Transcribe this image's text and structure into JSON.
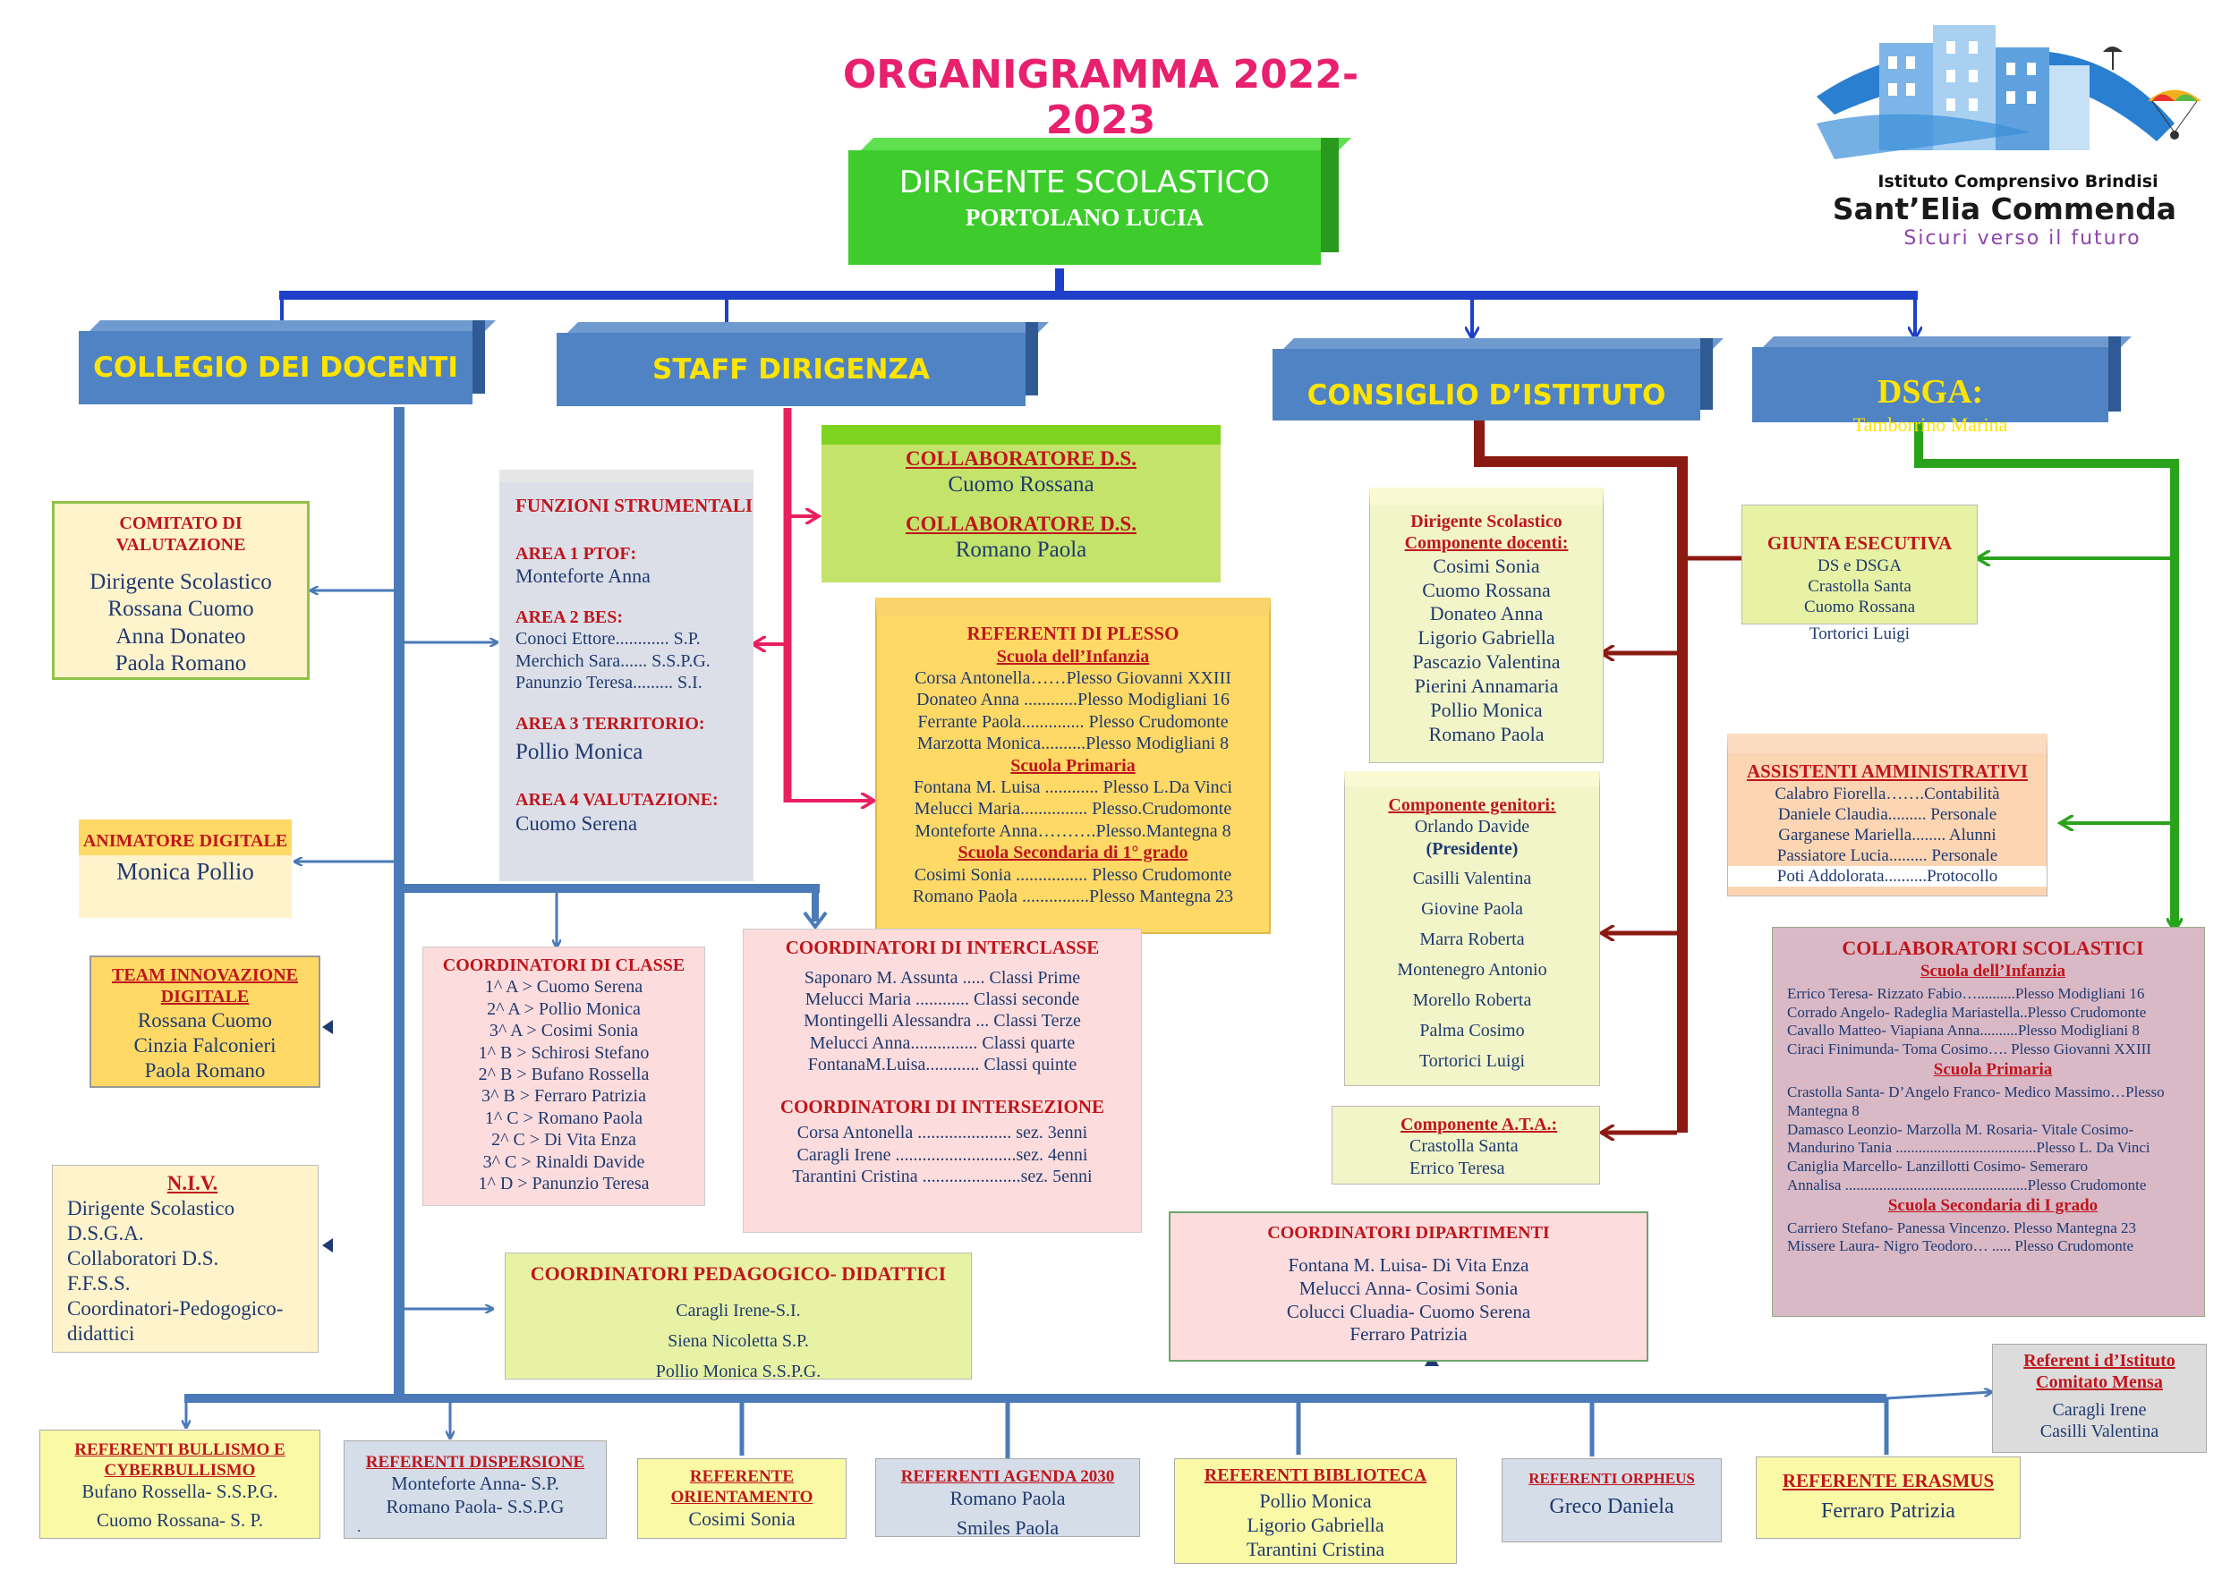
{
  "title": "ORGANIGRAMMA 2022- 2023",
  "logo": {
    "line1": "Istituto Comprensivo Brindisi",
    "line2": "Sant’Elia Commenda",
    "motto": "Sicuri verso il futuro"
  },
  "dirigente": {
    "title": "DIRIGENTE SCOLASTICO",
    "name": "PORTOLANO LUCIA"
  },
  "headers": {
    "collegio": "COLLEGIO DEI DOCENTI",
    "staff": "STAFF DIRIGENZA",
    "consiglio": "CONSIGLIO D’ISTITUTO",
    "dsga": "DSGA:",
    "dsga_name": "Tamborrino Marina"
  },
  "comitato": {
    "title": "COMITATO DI VALUTAZIONE",
    "members": [
      "Dirigente Scolastico",
      "Rossana Cuomo",
      "Anna Donateo",
      "Paola Romano"
    ]
  },
  "animatore": {
    "title": "ANIMATORE DIGITALE",
    "name": "Monica Pollio"
  },
  "team_innovazione": {
    "title1": "TEAM INNOVAZIONE",
    "title2": "DIGITALE",
    "members": [
      "Rossana  Cuomo",
      "Cinzia Falconieri",
      "Paola Romano"
    ]
  },
  "niv": {
    "title": "N.I.V.",
    "members": [
      "Dirigente Scolastico",
      "D.S.G.A.",
      "Collaboratori D.S.",
      "F.F.S.S.",
      "Coordinatori-Pedogogico-",
      "didattici"
    ]
  },
  "funzioni": {
    "title": "FUNZIONI STRUMENTALI",
    "a1_title": "AREA 1 PTOF:",
    "a1_name": "Monteforte Anna",
    "a2_title": "AREA 2 BES:",
    "a2_lines": [
      "Conoci Ettore............ S.P.",
      "Merchich Sara...... S.S.P.G.",
      "Panunzio Teresa......... S.I."
    ],
    "a3_title": "AREA 3 TERRITORIO:",
    "a3_name": "Pollio Monica",
    "a4_title": "AREA 4 VALUTAZIONE:",
    "a4_name": "Cuomo Serena"
  },
  "collaboratori_ds": {
    "t1": "COLLABORATORE D.S.",
    "n1": "Cuomo Rossana",
    "t2": "COLLABORATORE D.S.",
    "n2": "Romano Paola"
  },
  "referenti_plesso": {
    "title": "REFERENTI DI PLESSO",
    "s1": "Scuola dell’Infanzia",
    "s1_lines": [
      "Corsa Antonella……Plesso Giovanni XXIII",
      "Donateo Anna ............Plesso Modigliani 16",
      "Ferrante Paola.............. Plesso Crudomonte",
      "Marzotta Monica..........Plesso Modigliani 8"
    ],
    "s2": "Scuola Primaria",
    "s2_lines": [
      "Fontana M. Luisa ............ Plesso L.Da Vinci",
      "Melucci Maria............... Plesso.Crudomonte",
      "Monteforte Anna……….Plesso.Mantegna 8"
    ],
    "s3": "Scuola Secondaria di 1° grado",
    "s3_lines": [
      "Cosimi Sonia ................ Plesso Crudomonte",
      "Romano Paola ...............Plesso Mantegna 23"
    ]
  },
  "coord_classe": {
    "title": "COORDINATORI DI CLASSE",
    "lines": [
      "1^ A > Cuomo Serena",
      "2^ A > Pollio Monica",
      "3^  A > Cosimi Sonia",
      "1^ B > Schirosi Stefano",
      "2^ B > Bufano Rossella",
      "3^ B > Ferraro Patrizia",
      "1^ C > Romano Paola",
      "2^ C > Di Vita Enza",
      "3^ C > Rinaldi Davide",
      "1^ D > Panunzio Teresa"
    ]
  },
  "coord_interclasse": {
    "title": "COORDINATORI DI INTERCLASSE",
    "lines": [
      "Saponaro M. Assunta ..... Classi Prime",
      "Melucci Maria ............ Classi seconde",
      "Montingelli Alessandra ... Classi Terze",
      "Melucci Anna............... Classi quarte",
      "FontanaM.Luisa............ Classi quinte"
    ],
    "title2": "COORDINATORI DI INTERSEZIONE",
    "lines2": [
      "Corsa Antonella ..................... sez. 3enni",
      "Caragli Irene ...........................sez. 4enni",
      "Tarantini Cristina ......................sez. 5enni"
    ]
  },
  "coord_pedagogico": {
    "title": "COORDINATORI PEDAGOGICO- DIDATTICI",
    "lines": [
      "Caragli Irene-S.I.",
      "Siena Nicoletta S.P.",
      "Pollio Monica S.S.P.G."
    ]
  },
  "consiglio_docenti": {
    "t1": "Dirigente Scolastico",
    "t2": "Componente docenti:",
    "lines": [
      "Cosimi Sonia",
      "Cuomo Rossana",
      "Donateo Anna",
      "Ligorio Gabriella",
      "Pascazio Valentina",
      "Pierini Annamaria",
      "Pollio Monica",
      "Romano Paola"
    ]
  },
  "consiglio_genitori": {
    "title": "Componente genitori:",
    "l1": "Orlando Davide",
    "l2": "(Presidente)",
    "lines": [
      "Casilli Valentina",
      "Giovine  Paola",
      "Marra Roberta",
      "Montenegro Antonio",
      "Morello Roberta",
      "Palma Cosimo",
      "Tortorici Luigi"
    ]
  },
  "consiglio_ata": {
    "title": "Componente  A.T.A.:",
    "lines": [
      "Crastolla Santa",
      "Errico Teresa"
    ]
  },
  "coord_dipartimenti": {
    "title": "COORDINATORI DIPARTIMENTI",
    "lines": [
      "Fontana M. Luisa- Di Vita Enza",
      "Melucci Anna- Cosimi Sonia",
      "Colucci Cluadia- Cuomo Serena",
      "Ferraro Patrizia"
    ]
  },
  "giunta": {
    "title": "GIUNTA ESECUTIVA",
    "lines": [
      "DS e DSGA",
      "Crastolla  Santa",
      "Cuomo Rossana",
      "Tortorici Luigi"
    ]
  },
  "assistenti": {
    "title": "ASSISTENTI AMMINISTRATIVI",
    "lines": [
      "Calabro Fiorella…….Contabilità",
      "Daniele Claudia......... Personale",
      "Garganese Mariella........ Alunni",
      "Passiatore Lucia......... Personale",
      "Poti Addolorata..........Protocollo"
    ]
  },
  "collaboratori_scol": {
    "title": "COLLABORATORI SCOLASTICI",
    "s1": "Scuola dell’Infanzia",
    "s1_lines": [
      "Errico Teresa- Rizzato Fabio…..........Plesso Modigliani 16",
      "Corrado Angelo- Radeglia Mariastella..Plesso Crudomonte",
      "Cavallo Matteo- Viapiana Anna..........Plesso Modigliani 8",
      "Ciraci Finimunda- Toma Cosimo…. Plesso Giovanni XXIII"
    ],
    "s2": "Scuola Primaria",
    "s2_lines": [
      "Crastolla Santa- D’Angelo Franco- Medico Massimo…Plesso",
      "Mantegna 8",
      "Damasco Leonzio- Marzolla M. Rosaria- Vitale Cosimo-",
      "Mandurino Tania .....................................Plesso L. Da Vinci",
      "Caniglia  Marcello-   Lanzillotti   Cosimo-    Semeraro",
      "Annalisa ................................................Plesso Crudomonte"
    ],
    "s3": "Scuola Secondaria di I grado",
    "s3_lines": [
      "Carriero Stefano- Panessa Vincenzo.  Plesso Mantegna 23",
      "Missere Laura- Nigro Teodoro… ..... Plesso Crudomonte"
    ]
  },
  "referenti_istituto": {
    "t1": "Referent i d’Istituto",
    "t2": "Comitato Mensa",
    "lines": [
      "Caragli Irene",
      "Casilli Valentina"
    ]
  },
  "bottom": {
    "bullismo": {
      "t1": "REFERENTI BULLISMO E",
      "t2": "CYBERBULLISMO",
      "lines": [
        "Bufano Rossella- S.S.P.G.",
        "Cuomo Rossana-  S. P."
      ]
    },
    "dispersione": {
      "title": "REFERENTI DISPERSIONE",
      "lines": [
        "Monteforte Anna- S.P.",
        "Romano Paola- S.S.P.G",
        "."
      ]
    },
    "orientamento": {
      "t1": "REFERENTE",
      "t2": "ORIENTAMENTO",
      "name": "Cosimi Sonia"
    },
    "agenda": {
      "title": "REFERENTI AGENDA 2030",
      "lines": [
        "Romano Paola",
        "Smiles Paola"
      ]
    },
    "biblioteca": {
      "title": "REFERENTI BIBLIOTECA",
      "lines": [
        "Pollio Monica",
        "Ligorio Gabriella",
        "Tarantini Cristina"
      ]
    },
    "orpheus": {
      "title": "REFERENTI ORPHEUS",
      "name": "Greco Daniela"
    },
    "erasmus": {
      "title": "REFERENTE ERASMUS",
      "name": "Ferraro Patrizia"
    }
  },
  "colors": {
    "title_pink": "#e8206e",
    "header_blue": "#4f83c3",
    "header_text": "#ffe400",
    "dirigente_green": "#3dcc2c",
    "connector_blue": "#1e3fc8",
    "connector_steel": "#4a7ab8",
    "connector_red": "#8b1a12",
    "connector_green": "#2aa31c",
    "connector_pink": "#ea1f5f",
    "label_red": "#c0151c"
  }
}
